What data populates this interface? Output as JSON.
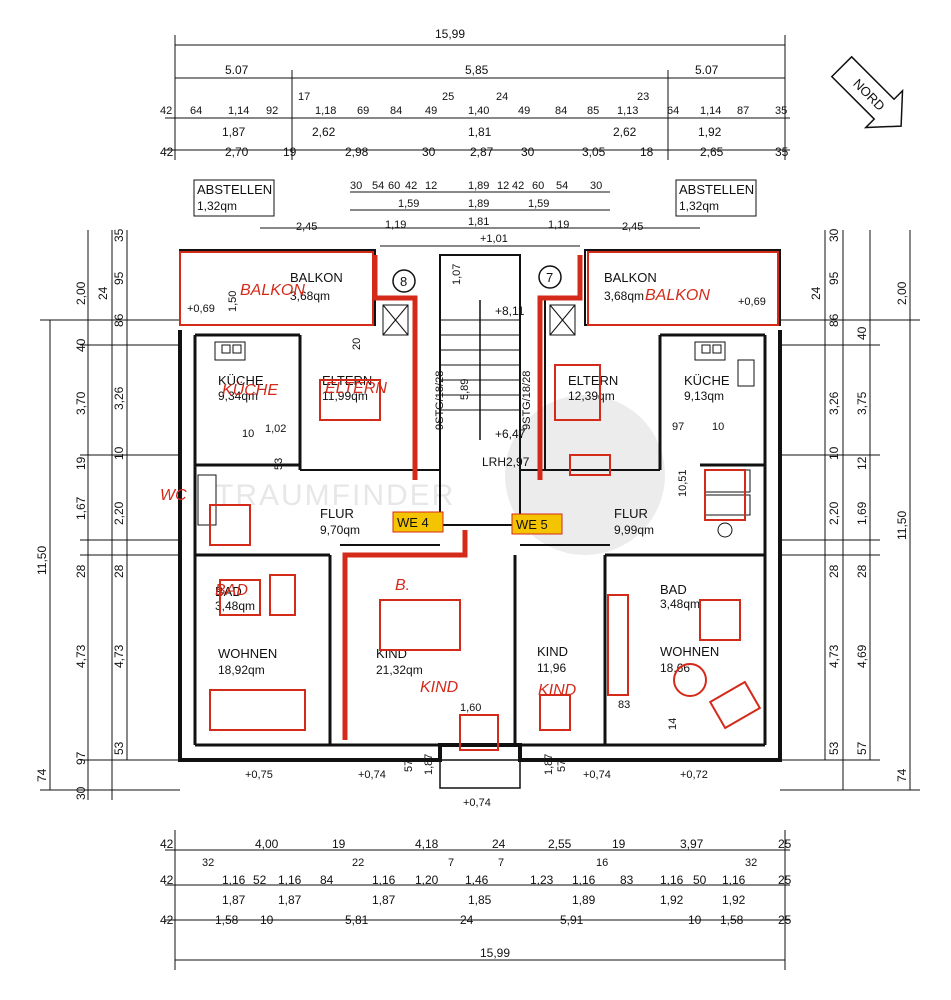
{
  "compass": {
    "label": "NORD"
  },
  "top_dimensions": {
    "overall": "15,99",
    "row1": [
      "5.07",
      "5,85",
      "5.07"
    ],
    "row2": [
      "42",
      "64",
      "1,14",
      "92",
      "17",
      "1,18",
      "69",
      "84",
      "49",
      "25",
      "1,40",
      "24",
      "49",
      "84",
      "85",
      "1,13",
      "23",
      "64",
      "1,14",
      "87",
      "35"
    ],
    "row3": [
      "1,87",
      "2,62",
      "1,81",
      "2,62",
      "1,92"
    ],
    "row4": [
      "42",
      "2,70",
      "19",
      "2,98",
      "30",
      "2,87",
      "30",
      "3,05",
      "18",
      "2,65",
      "35"
    ],
    "stair": [
      "30",
      "54",
      "60",
      "42",
      "12",
      "1,89",
      "12",
      "42",
      "60",
      "54",
      "30"
    ],
    "stair2": [
      "1,59",
      "1,89",
      "1,59"
    ],
    "stair3": [
      "1,81"
    ],
    "stair4": [
      "1,19",
      "1,19"
    ],
    "side": [
      "2,45",
      "2,45"
    ],
    "mid": "+1,01"
  },
  "storage": [
    {
      "name": "ABSTELLEN",
      "area": "1,32qm"
    },
    {
      "name": "ABSTELLEN",
      "area": "1,32qm"
    }
  ],
  "left_dimensions": [
    "35",
    "2,00",
    "24",
    "95",
    "86",
    "40",
    "3,70",
    "3,26",
    "19",
    "10",
    "1,67",
    "2,20",
    "28",
    "28",
    "4,73",
    "4,73",
    "53",
    "97",
    "74",
    "30",
    "11,50"
  ],
  "right_dimensions": [
    "30",
    "24",
    "95",
    "2,00",
    "86",
    "40",
    "3,26",
    "3,75",
    "10",
    "12",
    "2,20",
    "1,69",
    "28",
    "28",
    "4,73",
    "4,69",
    "53",
    "57",
    "74",
    "11,50"
  ],
  "rooms_left": [
    {
      "name": "BALKON",
      "area": "3,68qm"
    },
    {
      "name": "KÜCHE",
      "area": "9,34qm"
    },
    {
      "name": "ELTERN",
      "area": "11,99qm"
    },
    {
      "name": "FLUR",
      "area": "9,70qm"
    },
    {
      "name": "BAD",
      "area": "3,48qm"
    },
    {
      "name": "WOHNEN",
      "area": "18,92qm"
    },
    {
      "name": "KIND",
      "area": "21,32qm"
    }
  ],
  "rooms_right": [
    {
      "name": "BALKON",
      "area": "3,68qm"
    },
    {
      "name": "ELTERN",
      "area": "12,39qm"
    },
    {
      "name": "KÜCHE",
      "area": "9,13qm"
    },
    {
      "name": "FLUR",
      "area": "9,99qm"
    },
    {
      "name": "BAD",
      "area": "3,48qm"
    },
    {
      "name": "WOHNEN",
      "area": "18,66"
    },
    {
      "name": "KIND",
      "area": "11,96"
    }
  ],
  "units": {
    "left": "WE 4",
    "right": "WE 5"
  },
  "stair_labels": {
    "left_flight": "9STG/18/28",
    "right_flight": "9STG/18/28",
    "width": "5,89",
    "top_level": "+8,11",
    "mid_level": "+6,47",
    "headroom": "LRH2,97",
    "num_left": "8",
    "num_right": "7"
  },
  "small_dims": {
    "balkon_left_h": "1,50",
    "balkon_left_lvl": "+0,69",
    "balkon_right_lvl": "+0,69",
    "kitchen_left_a": "10",
    "kitchen_left_b": "1,02",
    "kitchen_left_c": "53",
    "kitchen_right_a": "97",
    "kitchen_right_b": "10",
    "flur_right": "10,51",
    "door_left": "20",
    "stair_door": "1,07",
    "kind_window": "1,60",
    "right_83": "83",
    "right_14": "14",
    "lvl_0_75": "+0,75",
    "lvl_0_74a": "+0,74",
    "lvl_0_74b": "+0,74",
    "lvl_0_72": "+0,72",
    "lvl_0_74c": "+0,74",
    "e57a": "57",
    "e187a": "1,87",
    "e187b": "1,87",
    "e57b": "57"
  },
  "handwritten": {
    "balkon_left": "BALKON",
    "balkon_right": "BALKON",
    "kueche": "KÜCHE",
    "eltern": "ELTERN",
    "wc": "WC",
    "bad": "BAD",
    "b": "B.",
    "kind_left": "KIND",
    "kind_right": "KIND"
  },
  "watermark": {
    "text": "TRAUMFINDER"
  },
  "bottom_dimensions": {
    "row1": [
      "42",
      "4,00",
      "19",
      "4,18",
      "24",
      "2,55",
      "19",
      "3,97",
      "25"
    ],
    "row2": [
      "32",
      "22",
      "7",
      "7",
      "16",
      "32"
    ],
    "row3": [
      "42",
      "1,16",
      "52",
      "1,16",
      "84",
      "1,16",
      "1,20",
      "1,46",
      "1,23",
      "1,16",
      "83",
      "1,16",
      "50",
      "1,16",
      "25"
    ],
    "row4": [
      "1,87",
      "1,87",
      "1,87",
      "1,85",
      "1,89",
      "1,92",
      "1,92"
    ],
    "row5": [
      "42",
      "1,58",
      "10",
      "5,81",
      "24",
      "5,91",
      "10",
      "1,58",
      "25"
    ],
    "overall": "15,99"
  }
}
